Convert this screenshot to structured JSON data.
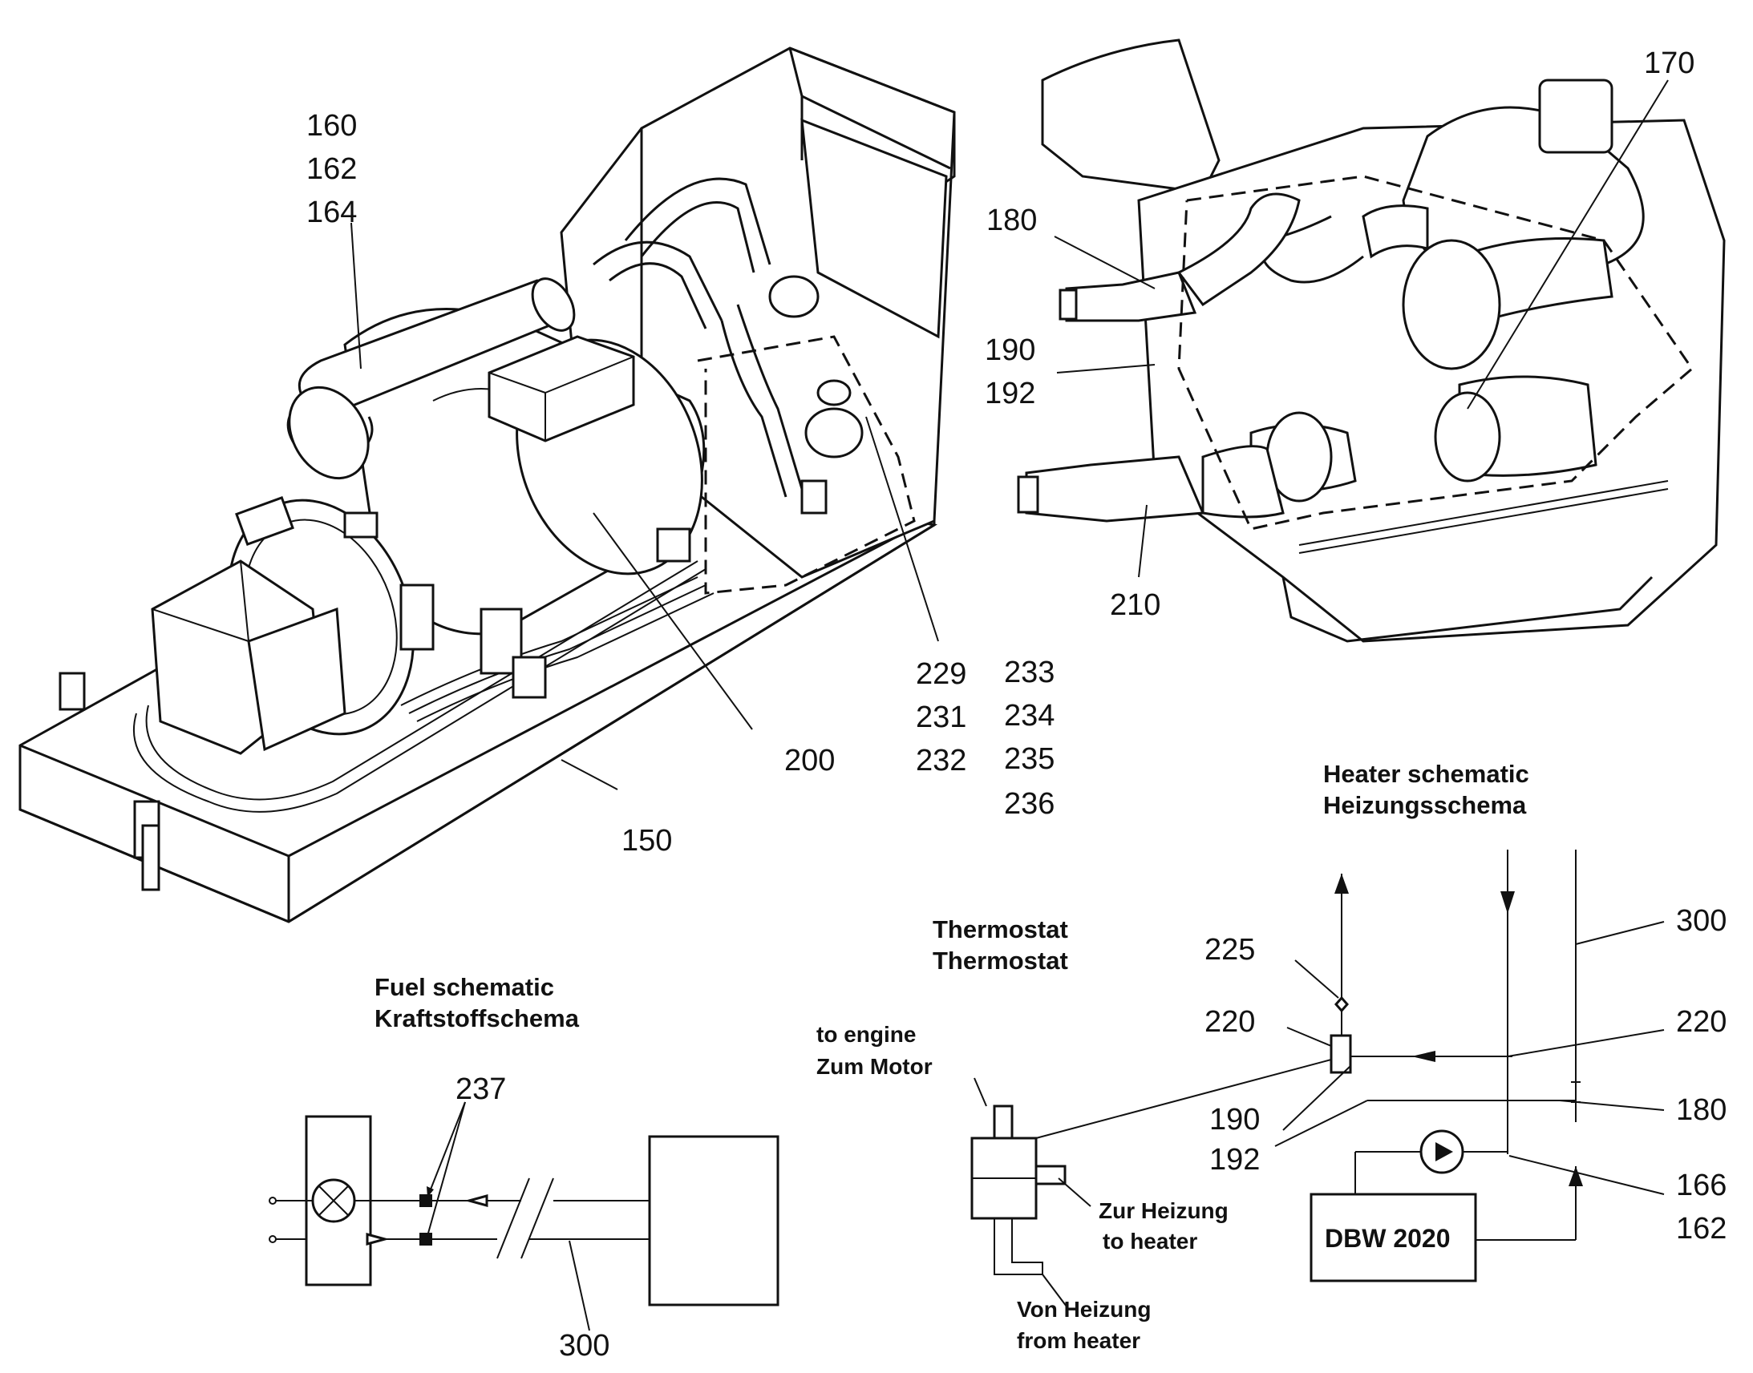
{
  "callouts": {
    "top_left_group": [
      "160",
      "162",
      "164"
    ],
    "n150": "150",
    "n200": "200",
    "col_a": [
      "229",
      "231",
      "232"
    ],
    "col_b": [
      "233",
      "234",
      "235",
      "236"
    ],
    "n170": "170",
    "n180": "180",
    "n190": "190",
    "n192": "192",
    "n210": "210"
  },
  "fuel_schematic": {
    "title_en": "Fuel schematic",
    "title_de": "Kraftstoffschema",
    "n237": "237",
    "n300": "300"
  },
  "thermostat": {
    "title_en": "Thermostat",
    "title_de": "Thermostat",
    "to_engine_en": "to engine",
    "to_engine_de": "Zum Motor",
    "to_heater_de": "Zur Heizung",
    "to_heater_en": "to heater",
    "from_heater_de": "Von Heizung",
    "from_heater_en": "from heater"
  },
  "heater_schematic": {
    "title_en": "Heater schematic",
    "title_de": "Heizungsschema",
    "n300": "300",
    "n225": "225",
    "n220_left": "220",
    "n220_right": "220",
    "n180": "180",
    "n190": "190",
    "n192": "192",
    "n166": "166",
    "n162": "162",
    "dbw_label": "DBW 2020"
  }
}
